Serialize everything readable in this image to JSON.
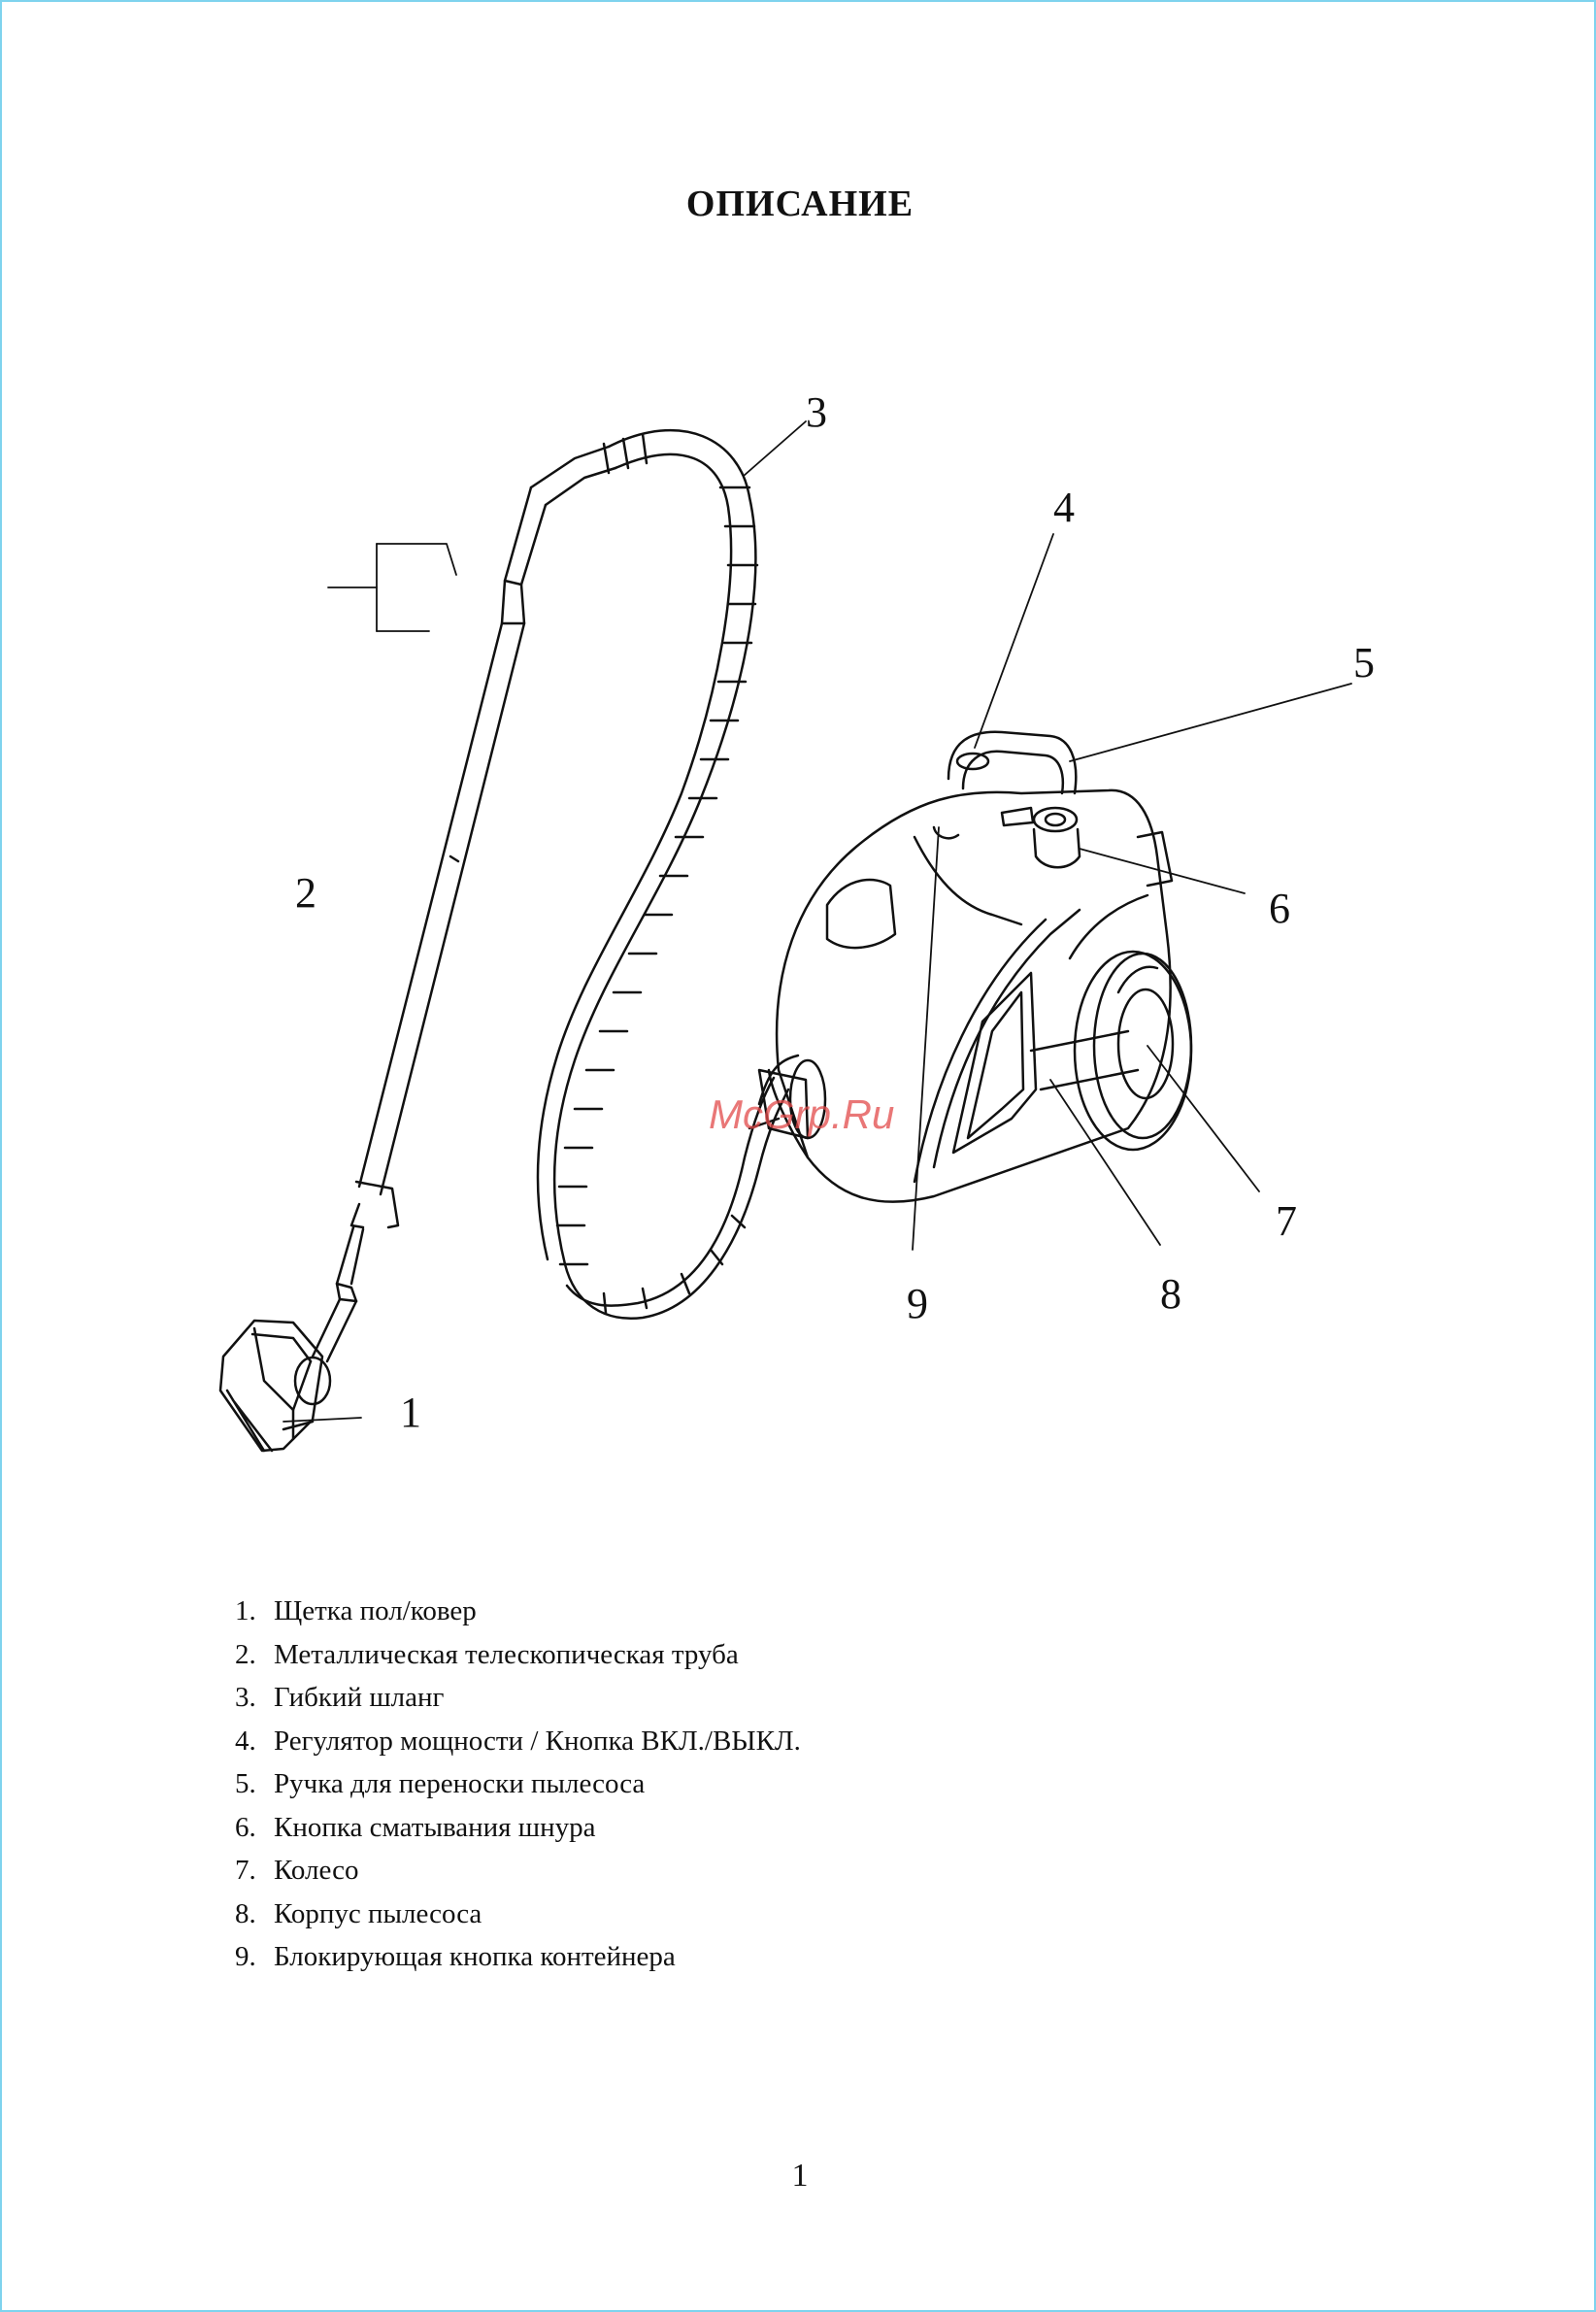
{
  "title": "ОПИСАНИЕ",
  "callouts": [
    "1",
    "2",
    "3",
    "4",
    "5",
    "6",
    "7",
    "8",
    "9"
  ],
  "watermark": "McGrp.Ru",
  "legend": [
    {
      "num": "1.",
      "text": "Щетка пол/ковер"
    },
    {
      "num": "2.",
      "text": "Металлическая телескопическая труба"
    },
    {
      "num": "3.",
      "text": "Гибкий шланг"
    },
    {
      "num": "4.",
      "text": "Регулятор мощности / Кнопка ВКЛ./ВЫКЛ."
    },
    {
      "num": "5.",
      "text": "Ручка для переноски пылесоса"
    },
    {
      "num": "6.",
      "text": "Кнопка сматывания шнура"
    },
    {
      "num": "7.",
      "text": "Колесо"
    },
    {
      "num": "8.",
      "text": "Корпус пылесоса"
    },
    {
      "num": "9.",
      "text": "Блокирующая кнопка контейнера"
    }
  ],
  "page_number": "1"
}
